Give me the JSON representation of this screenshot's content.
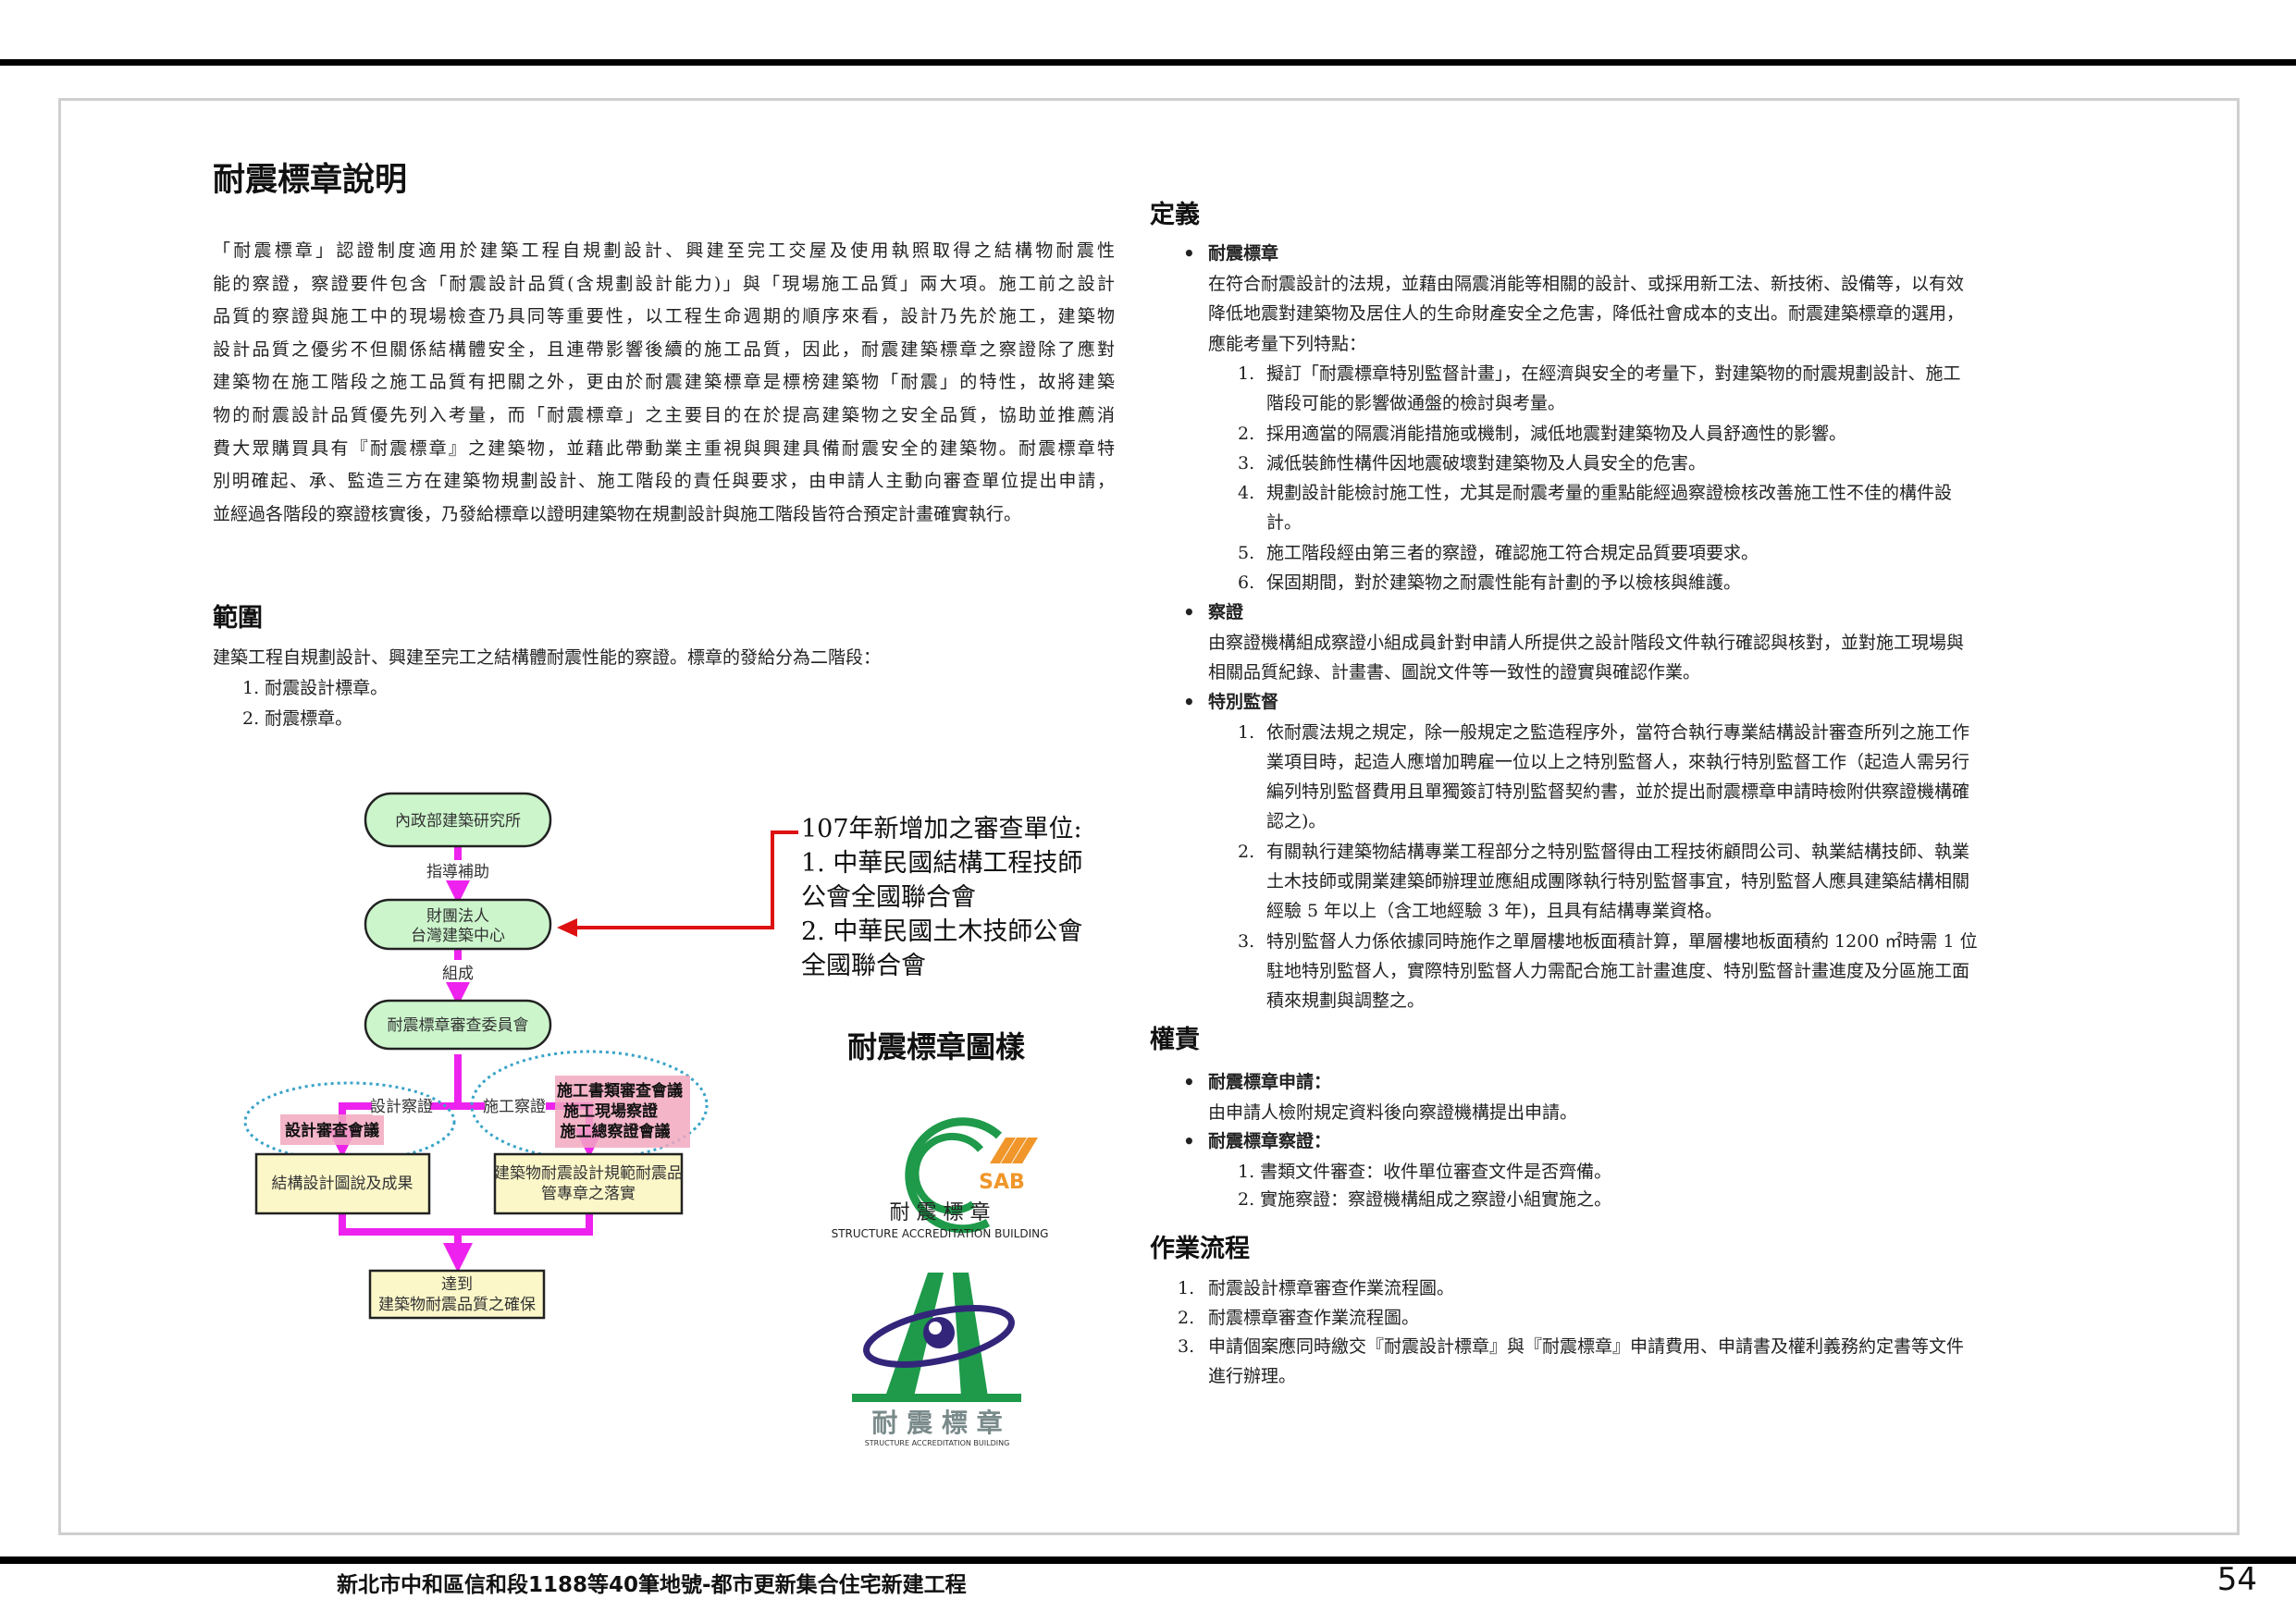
{
  "page_title": "耐震標章說明",
  "intro_lines": [
    "「耐震標章」認證制度適用於建築工程自規劃設計、興建至完工交屋及使用執照取得之結構物耐震性",
    "能的察證，察證要件包含「耐震設計品質(含規劃設計能力)」與「現場施工品質」兩大項。施工前之設計",
    "品質的察證與施工中的現場檢查乃具同等重要性，以工程生命週期的順序來看，設計乃先於施工，建築物",
    "設計品質之優劣不但關係結構體安全，且連帶影響後續的施工品質，因此，耐震建築標章之察證除了應對",
    "建築物在施工階段之施工品質有把關之外，更由於耐震建築標章是標榜建築物「耐震」的特性，故將建築",
    "物的耐震設計品質優先列入考量，而「耐震標章」之主要目的在於提高建築物之安全品質，協助並推薦消",
    "費大眾購買具有『耐震標章』之建築物，並藉此帶動業主重視與興建具備耐震安全的建築物。耐震標章特",
    "別明確起、承、監造三方在建築物規劃設計、施工階段的責任與要求，由申請人主動向審查單位提出申請，",
    "並經過各階段的察證核實後，乃發給標章以證明建築物在規劃設計與施工階段皆符合預定計畫確實執行。"
  ],
  "scope": {
    "heading": "範圍",
    "text": "建築工程自規劃設計、興建至完工之結構體耐震性能的察證。標章的發給分為二階段：",
    "items": [
      "1. 耐震設計標章。",
      "2. 耐震標章。"
    ]
  },
  "flowchart": {
    "node_abri": "內政部建築研究所",
    "edge_guidance": "指導補助",
    "node_tabc_1": "財團法人",
    "node_tabc_2": "台灣建築中心",
    "edge_form": "組成",
    "node_committee": "耐震標章審查委員會",
    "branch_design": "設計察證",
    "branch_construction": "施工察證",
    "design_meeting": "設計審查會議",
    "construction_meetings": [
      "施工書類審查會議",
      "施工現場察證",
      "施工總察證會議"
    ],
    "node_design_result": "結構設計圖說及成果",
    "node_construction_result_1": "建築物耐震設計規範耐震品",
    "node_construction_result_2": "管專章之落實",
    "node_final_1": "達到",
    "node_final_2": "建築物耐震品質之確保"
  },
  "new_units": {
    "title": "107年新增加之審查單位:",
    "lines": [
      "1. 中華民國結構工程技師",
      "公會全國聯合會",
      "2. 中華民國土木技師公會",
      "全國聯合會"
    ]
  },
  "logos": {
    "heading": "耐震標章圖樣",
    "logo1_mark": "SAB",
    "logo1_cn": "耐 震 標 章",
    "logo1_en": "STRUCTURE ACCREDITATION BUILDING",
    "logo2_cn": "耐 震 標 章",
    "logo2_en": "STRUCTURE ACCREDITATION BUILDING"
  },
  "definition": {
    "heading": "定義",
    "b1_title": "耐震標章",
    "b1_lines": [
      "在符合耐震設計的法規，並藉由隔震消能等相關的設計、或採用新工法、新技術、設備等，以有效",
      "降低地震對建築物及居住人的生命財產安全之危害，降低社會成本的支出。耐震建築標章的選用，",
      "應能考量下列特點："
    ],
    "b1_items": [
      {
        "num": "1.",
        "lines": [
          "擬訂「耐震標章特別監督計畫」，在經濟與安全的考量下，對建築物的耐震規劃設計、施工",
          "階段可能的影響做通盤的檢討與考量。"
        ]
      },
      {
        "num": "2.",
        "lines": [
          "採用適當的隔震消能措施或機制，減低地震對建築物及人員舒適性的影響。"
        ]
      },
      {
        "num": "3.",
        "lines": [
          "減低裝飾性構件因地震破壞對建築物及人員安全的危害。"
        ]
      },
      {
        "num": "4.",
        "lines": [
          "規劃設計能檢討施工性，尤其是耐震考量的重點能經過察證檢核改善施工性不佳的構件設",
          "計。"
        ]
      },
      {
        "num": "5.",
        "lines": [
          "施工階段經由第三者的察證，確認施工符合規定品質要項要求。"
        ]
      },
      {
        "num": "6.",
        "lines": [
          "保固期間，對於建築物之耐震性能有計劃的予以檢核與維護。"
        ]
      }
    ],
    "b2_title": "察證",
    "b2_lines": [
      "由察證機構組成察證小組成員針對申請人所提供之設計階段文件執行確認與核對，並對施工現場與",
      "相關品質紀錄、計畫書、圖說文件等一致性的證實與確認作業。"
    ],
    "b3_title": "特別監督",
    "b3_items": [
      {
        "num": "1.",
        "lines": [
          "依耐震法規之規定，除一般規定之監造程序外，當符合執行專業結構設計審查所列之施工作",
          "業項目時，起造人應增加聘雇一位以上之特別監督人，來執行特別監督工作（起造人需另行",
          "編列特別監督費用且單獨簽訂特別監督契約書，並於提出耐震標章申請時檢附供察證機構確",
          "認之)。"
        ]
      },
      {
        "num": "2.",
        "lines": [
          "有關執行建築物結構專業工程部分之特別監督得由工程技術顧問公司、執業結構技師、執業",
          "土木技師或開業建築師辦理並應組成團隊執行特別監督事宜，特別監督人應具建築結構相關",
          "經驗 5 年以上（含工地經驗 3 年)，且具有結構專業資格。"
        ]
      },
      {
        "num": "3.",
        "lines": [
          "特別監督人力係依據同時施作之單層樓地板面積計算，單層樓地板面積約 1200 ㎡時需 1 位",
          "駐地特別監督人，實際特別監督人力需配合施工計畫進度、特別監督計畫進度及分區施工面",
          "積來規劃與調整之。"
        ]
      }
    ]
  },
  "rights": {
    "heading": "權責",
    "b1_title": "耐震標章申請：",
    "b1_text": "由申請人檢附規定資料後向察證機構提出申請。",
    "b2_title": "耐震標章察證：",
    "b2_items": [
      "1. 書類文件審查：收件單位審查文件是否齊備。",
      "2. 實施察證：察證機構組成之察證小組實施之。"
    ]
  },
  "workflow": {
    "heading": "作業流程",
    "items": [
      {
        "num": "1.",
        "lines": [
          "耐震設計標章審查作業流程圖。"
        ]
      },
      {
        "num": "2.",
        "lines": [
          "耐震標章審查作業流程圖。"
        ]
      },
      {
        "num": "3.",
        "lines": [
          "申請個案應同時繳交『耐震設計標章』與『耐震標章』申請費用、申請書及權利義務約定書等文件",
          "進行辦理。"
        ]
      }
    ]
  },
  "footer": {
    "project": "新北市中和區信和段1188等40筆地號-都市更新集合住宅新建工程",
    "page_number": "54"
  },
  "colors": {
    "flow_arrow": "#ee22ee",
    "red_arrow": "#dd1111",
    "green_box": "#ccf5cc",
    "yellow_box": "#fbf7c8",
    "pink": "#f2a8c0",
    "dotted": "#3aa3c8",
    "logo_green": "#1e9a4a",
    "logo_orange": "#f0962a",
    "logo_purple": "#33267a"
  }
}
